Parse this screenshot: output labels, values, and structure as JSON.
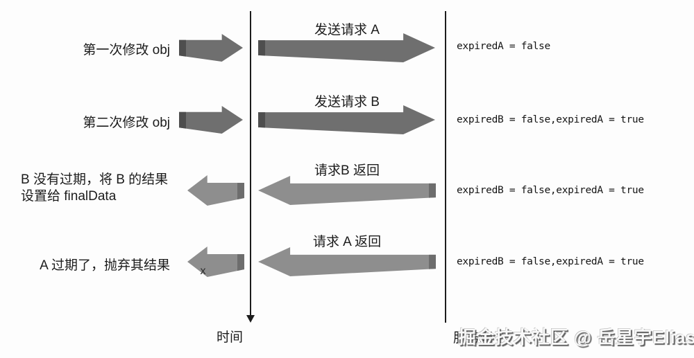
{
  "diagram": {
    "axes": {
      "time_label": "时间",
      "server_label": "服务端"
    },
    "rows": [
      {
        "left_label": "第一次修改 obj",
        "arrow_label": "发送请求 A",
        "direction": "right",
        "right_text": "expiredA = false"
      },
      {
        "left_label": "第二次修改 obj",
        "arrow_label": "发送请求 B",
        "direction": "right",
        "right_text": "expiredB = false,expiredA = true"
      },
      {
        "left_label_line1": "B 没有过期，将 B 的结果",
        "left_label_line2": "设置给 finalData",
        "arrow_label": "请求B 返回",
        "direction": "left",
        "right_text": "expiredB = false,expiredA = true"
      },
      {
        "left_label": "A 过期了，抛弃其结果",
        "arrow_label": "请求 A 返回",
        "direction": "left",
        "discard_mark": "x",
        "right_text": "expiredB = false,expiredA = true"
      }
    ],
    "watermark": "掘金技术社区 @ 岳星宇Elias",
    "colors": {
      "send_arrow": "#6f6f6f",
      "send_arrow_dark": "#4e4e4e",
      "return_arrow": "#8e8e8e",
      "return_arrow_dark": "#6d6d6d",
      "axis_line": "#1c1c1c"
    }
  }
}
